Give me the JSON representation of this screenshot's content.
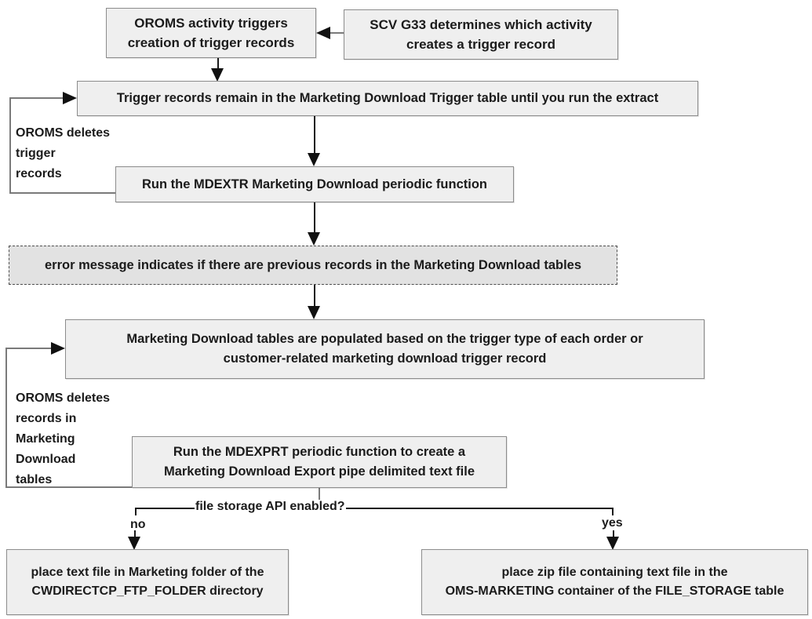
{
  "boxes": {
    "oroms_activity": "OROMS activity triggers\ncreation of trigger records",
    "scv_g33": "SCV G33 determines which activity\ncreates a trigger record",
    "trigger_records_remain": "Trigger records remain in the Marketing Download Trigger table until you run the extract",
    "run_mdextr": "Run the MDEXTR Marketing Download periodic function",
    "error_message": "error message indicates if there are previous records in the Marketing Download tables",
    "tables_populated": "Marketing Download tables are populated based on the trigger type of each order or\ncustomer-related marketing download trigger record",
    "run_mdexprt": "Run the MDEXPRT periodic function  to create a\nMarketing Download Export pipe delimited text file",
    "place_text_file": "place text file in Marketing folder of the\nCWDIRECTCP_FTP_FOLDER directory",
    "place_zip_file": "place zip file containing  text file in the\nOMS-MARKETING container of the FILE_STORAGE table"
  },
  "labels": {
    "oroms_deletes_triggers": "OROMS deletes\ntrigger\nrecords",
    "oroms_deletes_md_records": "OROMS deletes\nrecords in\nMarketing\nDownload\ntables",
    "decision": "file storage API enabled?",
    "branch_no": "no",
    "branch_yes": "yes"
  },
  "colors": {
    "box_fill": "#efefef",
    "error_box_fill": "#e2e2e2",
    "box_border": "#8c8c8c",
    "dashed_border": "#4d4d4d",
    "arrow_black": "#111111",
    "line_gray": "#7a7a7a",
    "text": "#1b1b1b",
    "background": "#ffffff"
  }
}
